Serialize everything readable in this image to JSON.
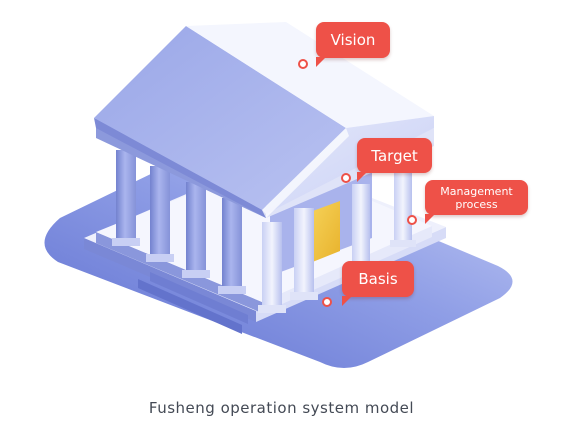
{
  "labels": {
    "vision": "Vision",
    "target": "Target",
    "management_process": "Management\nprocess",
    "basis": "Basis"
  },
  "caption": "Fusheng operation system model",
  "colors": {
    "callout": "#ee5148",
    "roof": "#b3bdf0",
    "pillar": "#8e9bd9",
    "base_shadow": "#6e7fd6",
    "door": "#f2c640"
  }
}
